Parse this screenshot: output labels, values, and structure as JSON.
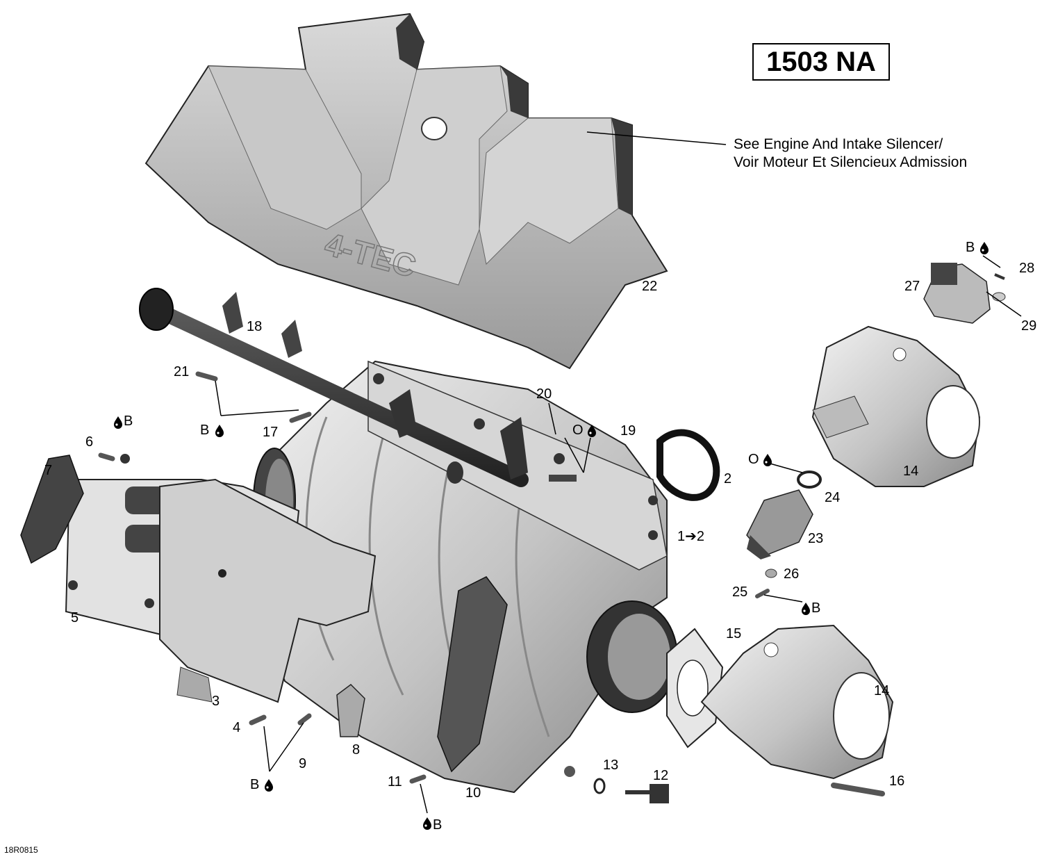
{
  "model_code": "1503 NA",
  "figure_id": "18R0815",
  "note": {
    "line1": "See Engine And Intake Silencer/",
    "line2": "Voir Moteur Et Silencieux Admission"
  },
  "cover_logo": "4-TEC",
  "callouts": [
    {
      "id": "c1",
      "text": "1➔2"
    },
    {
      "id": "c2",
      "text": "2"
    },
    {
      "id": "c3",
      "text": "3"
    },
    {
      "id": "c4",
      "text": "4"
    },
    {
      "id": "c5",
      "text": "5"
    },
    {
      "id": "c6",
      "text": "6"
    },
    {
      "id": "c7",
      "text": "7"
    },
    {
      "id": "c8",
      "text": "8"
    },
    {
      "id": "c9",
      "text": "9"
    },
    {
      "id": "c10",
      "text": "10"
    },
    {
      "id": "c11",
      "text": "11"
    },
    {
      "id": "c12",
      "text": "12"
    },
    {
      "id": "c13",
      "text": "13"
    },
    {
      "id": "c14a",
      "text": "14"
    },
    {
      "id": "c14b",
      "text": "14"
    },
    {
      "id": "c15",
      "text": "15"
    },
    {
      "id": "c16",
      "text": "16"
    },
    {
      "id": "c17",
      "text": "17"
    },
    {
      "id": "c18",
      "text": "18"
    },
    {
      "id": "c19",
      "text": "19"
    },
    {
      "id": "c20",
      "text": "20"
    },
    {
      "id": "c21",
      "text": "21"
    },
    {
      "id": "c22",
      "text": "22"
    },
    {
      "id": "c23",
      "text": "23"
    },
    {
      "id": "c24",
      "text": "24"
    },
    {
      "id": "c25",
      "text": "25"
    },
    {
      "id": "c26",
      "text": "26"
    },
    {
      "id": "c27",
      "text": "27"
    },
    {
      "id": "c28",
      "text": "28"
    },
    {
      "id": "c29",
      "text": "29"
    }
  ],
  "lubricant_marks": {
    "b": "B",
    "o": "O",
    "drop_icon": "drop-icon"
  }
}
